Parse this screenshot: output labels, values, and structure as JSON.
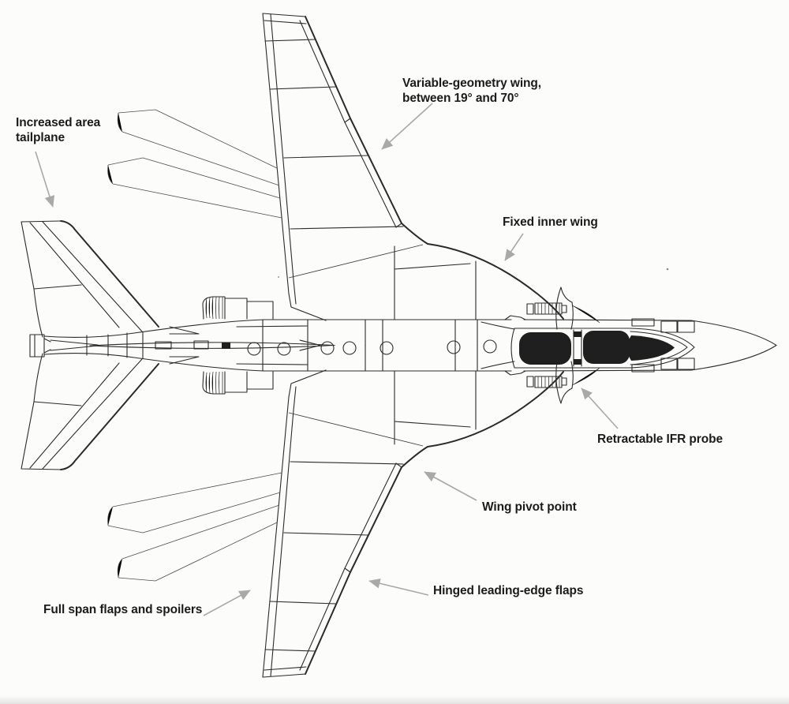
{
  "colors": {
    "background": "#fcfcfb",
    "ink": "#2b2b2b",
    "ghost_line": "#4f4f4f",
    "arrow": "#a9a9a9",
    "label_text": "#1b1b1b",
    "canopy_fill": "#1f1f1f"
  },
  "callouts": [
    {
      "name": "increased-area-tailplane",
      "lines": [
        "Increased area",
        "tailplane"
      ]
    },
    {
      "name": "variable-geometry-wing",
      "lines": [
        "Variable-geometry wing,",
        "between 19° and 70°"
      ]
    },
    {
      "name": "fixed-inner-wing",
      "lines": [
        "Fixed inner wing"
      ]
    },
    {
      "name": "retractable-ifr-probe",
      "lines": [
        "Retractable IFR probe"
      ]
    },
    {
      "name": "wing-pivot-point",
      "lines": [
        "Wing pivot point"
      ]
    },
    {
      "name": "hinged-leading-edge-flaps",
      "lines": [
        "Hinged leading-edge flaps"
      ]
    },
    {
      "name": "full-span-flaps-spoilers",
      "lines": [
        "Full span flaps and spoilers"
      ]
    }
  ]
}
